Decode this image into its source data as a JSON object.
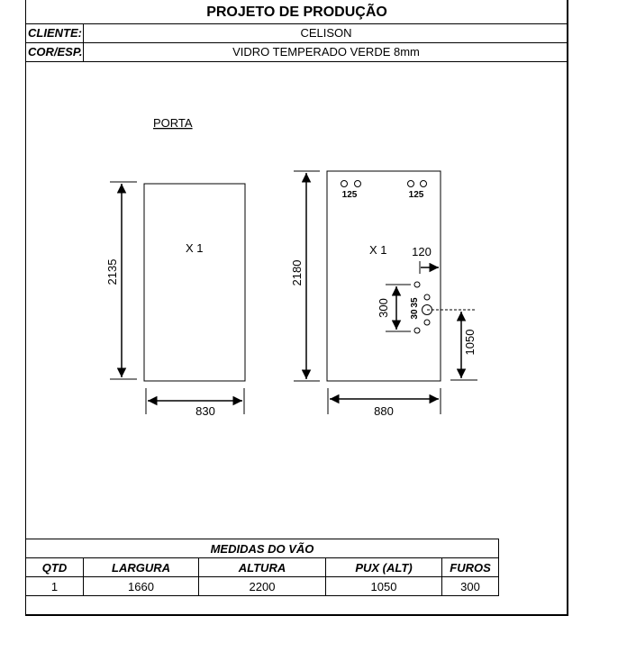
{
  "header": {
    "title": "PROJETO DE PRODUÇÃO",
    "client_label": "CLIENTE:",
    "client_value": "CELISON",
    "color_label": "COR/ESP.",
    "color_value": "VIDRO TEMPERADO VERDE 8mm"
  },
  "drawing": {
    "section_label": "PORTA",
    "left_panel": {
      "height_dim": "2135",
      "width_dim": "830",
      "quantity": "X 1"
    },
    "right_panel": {
      "height_dim": "2180",
      "width_dim": "880",
      "quantity": "X 1",
      "hole_top_left": "125",
      "hole_top_right": "125",
      "handle_offset": "120",
      "handle_span": "300",
      "handle_gap_a": "35",
      "handle_gap_b": "30",
      "handle_height": "1050"
    }
  },
  "measures": {
    "title": "MEDIDAS DO VÃO",
    "headers": [
      "QTD",
      "LARGURA",
      "ALTURA",
      "PUX (ALT)",
      "FUROS"
    ],
    "row": [
      "1",
      "1660",
      "2200",
      "1050",
      "300"
    ]
  }
}
